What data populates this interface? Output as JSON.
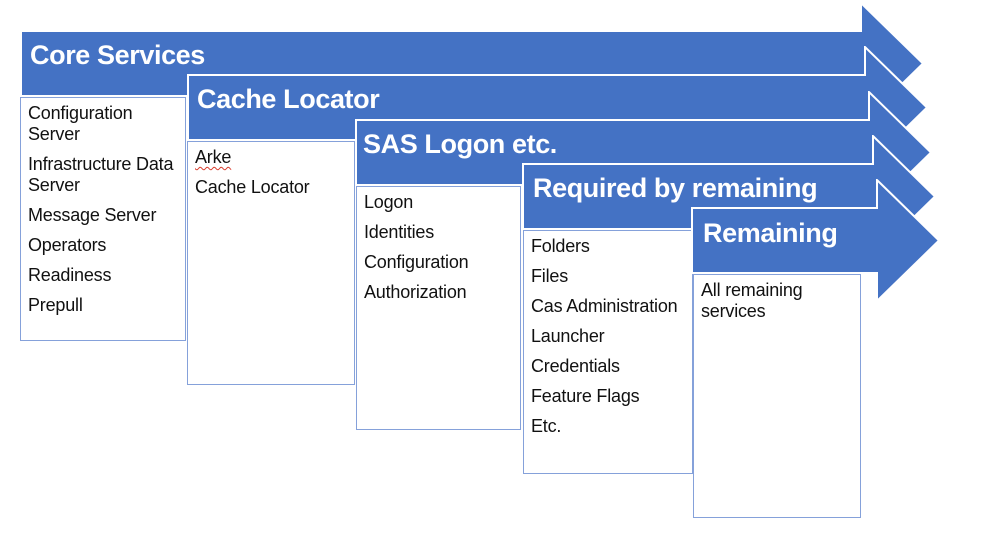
{
  "colors": {
    "arrow_fill": "#4472C4",
    "arrow_stroke": "#FFFFFF",
    "box_border": "#85A1DA",
    "box_background": "#FFFFFF",
    "banner_text": "#FFFFFF",
    "item_text": "#111111",
    "spellcheck_underline": "#D83A2A"
  },
  "diagram": {
    "groups": [
      {
        "banner": "Core Services",
        "items": [
          "Configuration Server",
          "Infrastructure Data Server",
          "Message Server",
          "Operators",
          "Readiness",
          "Prepull"
        ]
      },
      {
        "banner": "Cache Locator",
        "items": [
          "Arke",
          "Cache Locator"
        ]
      },
      {
        "banner": "SAS Logon etc.",
        "items": [
          "Logon",
          "Identities",
          "Configuration",
          "Authorization"
        ]
      },
      {
        "banner": "Required by remaining",
        "items": [
          "Folders",
          "Files",
          "Cas Administration",
          "Launcher",
          "Credentials",
          "Feature Flags",
          "Etc."
        ]
      },
      {
        "banner": "Remaining",
        "items": [
          "All remaining services"
        ]
      }
    ]
  }
}
